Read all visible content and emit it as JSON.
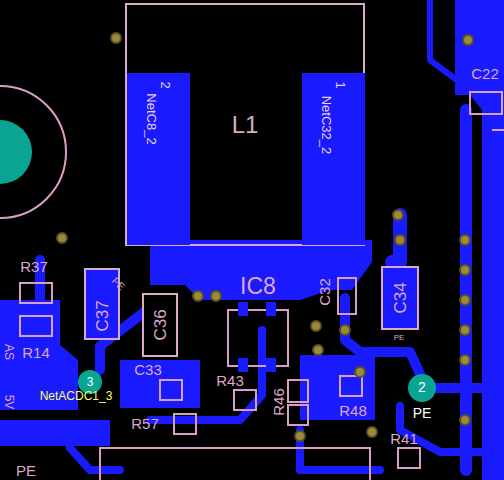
{
  "diagram": {
    "nodes": [
      {
        "text": [
          "L1"
        ]
      },
      {
        "text": [
          "2",
          "NetC8_2"
        ],
        "in": 0
      },
      {
        "text": [
          "1",
          "NetC32_2"
        ],
        "in": 0
      },
      {
        "text": [
          "C37"
        ]
      },
      {
        "text": [
          "C36"
        ]
      },
      {
        "text": [
          "C34"
        ]
      },
      {
        "text": [
          "3",
          "NetACDC1_3"
        ]
      },
      {
        "text": [
          "2",
          "PE"
        ]
      }
    ],
    "labels": [
      "C22",
      "IC8",
      "C32",
      "R37",
      "R14",
      "C33",
      "R43",
      "R46",
      "R48",
      "R57",
      "R41",
      "PE",
      "PE",
      "PE",
      "AS",
      "5V"
    ]
  }
}
